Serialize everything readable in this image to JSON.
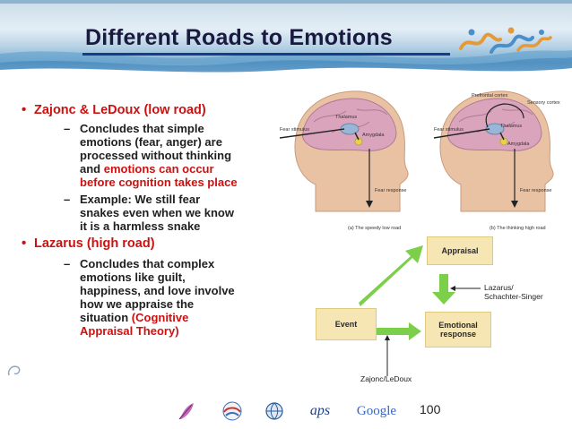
{
  "slide": {
    "title": "Different Roads to Emotions",
    "page_number": "100"
  },
  "bullets": [
    {
      "heading": "Zajonc & LeDoux (low road)",
      "subs": [
        {
          "lines": [
            "Concludes that simple",
            "emotions (fear, anger) are",
            "processed without thinking"
          ],
          "mixed_prefix": "and ",
          "red_lines": [
            "emotions can occur",
            "before cognition takes place"
          ]
        },
        {
          "lines": [
            "Example: We still fear",
            "snakes even when we know",
            "it is a harmless snake"
          ]
        }
      ]
    },
    {
      "heading": "Lazarus (high road)",
      "subs": [
        {
          "lines": [
            "Concludes that complex",
            "emotions like guilt,",
            "happiness, and love involve",
            "how we appraise the"
          ],
          "mixed_prefix": "situation ",
          "red_inline": "(Cognitive",
          "red_lines": [
            "Appraisal Theory)"
          ]
        }
      ]
    }
  ],
  "figure": {
    "left": {
      "labels": [
        "Thalamus",
        "Amygdala",
        "Fear stimulus",
        "Fear response"
      ],
      "caption": "(a) The speedy low road"
    },
    "right": {
      "labels": [
        "Prefrontal cortex",
        "Sensory cortex",
        "Thalamus",
        "Amygdala",
        "Fear stimulus",
        "Fear response"
      ],
      "caption": "(b) The thinking high road"
    }
  },
  "diagram": {
    "appraisal": "Appraisal",
    "event": "Event",
    "emotional_response": [
      "Emotional",
      "response"
    ],
    "lazarus_label": [
      "Lazarus/",
      "Schachter-Singer"
    ],
    "zajonc_label": "Zajonc/LeDoux",
    "box_color": "#f6e6b4",
    "arrow_color": "#7ccf4a"
  },
  "footer": {
    "logos": [
      "feather-logo",
      "psych-logo",
      "globe-logo",
      "aps",
      "Google"
    ]
  },
  "colors": {
    "title": "#1a1a40",
    "accent_red": "#cc1111",
    "body_text": "#202020"
  }
}
